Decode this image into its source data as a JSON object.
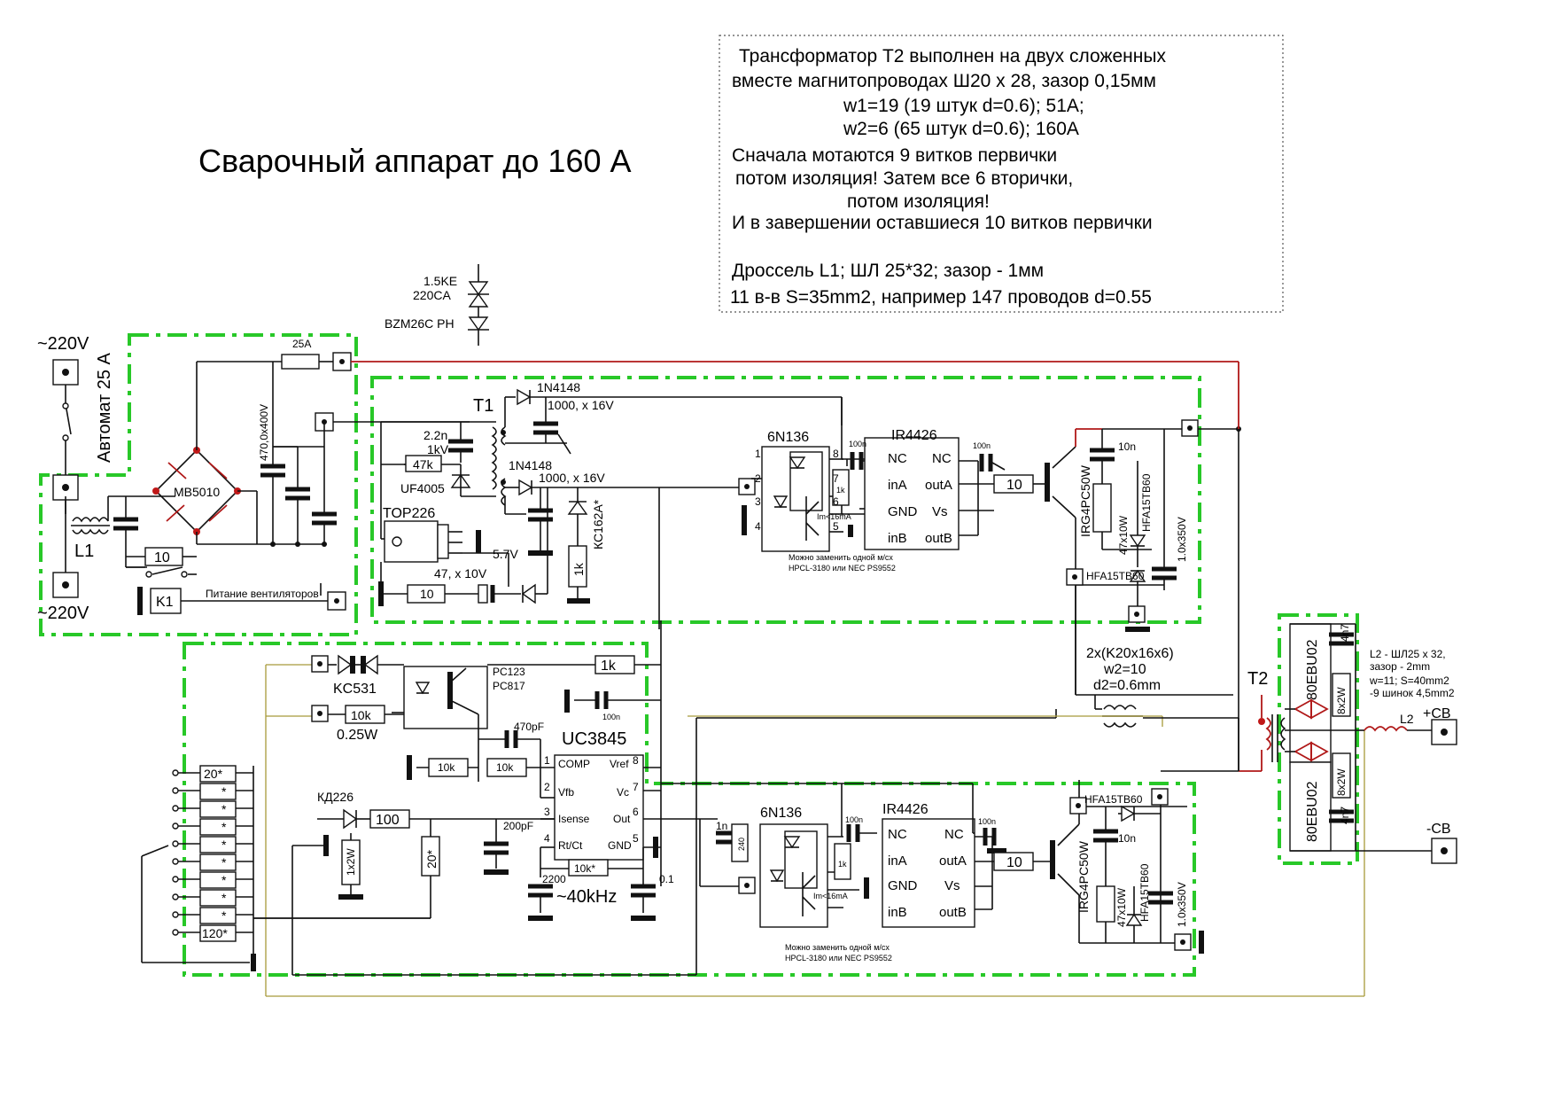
{
  "title": "Сварочный аппарат до 160 А",
  "notes": [
    "Трансформатор Т2 выполнен на двух сложенных",
    "вместе магнитопроводах Ш20 х 28, зазор 0,15мм",
    "w1=19 (19 штук d=0.6);  51А;",
    "w2=6 (65 штук d=0.6); 160А",
    "Сначала мотаются 9 витков первички",
    "потом изоляция!     Затем все 6 вторички,",
    "потом изоляция!",
    "И в завершении оставшиеся 10 витков первички",
    "Дроссель L1; ШЛ 25*32; зазор - 1мм",
    "11 в-в S=35mm2, например 147 проводов d=0.55"
  ],
  "legend_top": {
    "tvs1": "1.5KE",
    "tvs2": "220CA",
    "tvs3": "BZM26C PH"
  },
  "input": {
    "mains1": "~220V",
    "mains2": "~220V",
    "breaker": "Автомат 25 А",
    "choke": "L1",
    "bridge": "MB5010",
    "fuse": "25A",
    "cap_bulk": "470,0x400V",
    "r_inrush": "10",
    "relay": "K1",
    "fans": "Питание вентиляторов"
  },
  "flyback": {
    "t1": "T1",
    "d1": "1N4148",
    "c1": "1000, x 16V",
    "d2": "1N4148",
    "c2": "1000, x 16V",
    "c_snub": "2.2n",
    "c_snub_v": "1kV",
    "r_snub": "47k",
    "d_snub": "UF4005",
    "ic": "TOP226",
    "zener_v": "5.7V",
    "c3": "47, x 10V",
    "r1": "10",
    "zener2": "КС162А*",
    "r2": "1k"
  },
  "driver_top": {
    "opto": "6N136",
    "driver": "IR4426",
    "c100n_a": "100n",
    "c100n_b": "100n",
    "r1k": "1k",
    "im": "Im<16mA",
    "alt1": "Можно заменить одной м/сх",
    "alt2": "HPCL-3180 или NEC PS9552",
    "pin_nc": "NC",
    "pin_ina": "inA",
    "pin_gnd": "GND",
    "pin_inb": "inB",
    "pin_nc2": "NC",
    "pin_outa": "outA",
    "pin_vs": "Vs",
    "pin_outb": "outB",
    "r_gate": "10",
    "igbt": "IRG4PC50W",
    "c10n": "10n",
    "r_snub": "47x10W",
    "d_fast": "HFA15TB60",
    "d_fast2": "HFA15TB60",
    "c_snub": "1.0x350V"
  },
  "driver_bot": {
    "opto": "6N136",
    "driver": "IR4426",
    "c1n": "1n",
    "r240": "240",
    "c100n_a": "100n",
    "c100n_b": "100n",
    "r1k": "1k",
    "im": "Im<16mA",
    "alt1": "Можно заменить одной м/сх",
    "alt2": "HPCL-3180 или NEC PS9552",
    "pin_nc": "NC",
    "pin_ina": "inA",
    "pin_gnd": "GND",
    "pin_inb": "inB",
    "pin_nc2": "NC",
    "pin_outa": "outA",
    "pin_vs": "Vs",
    "pin_outb": "outB",
    "r_gate": "10",
    "igbt": "IRG4PC50W",
    "c10n": "10n",
    "r_snub": "47x10W",
    "d_fast": "HFA15TB60",
    "d_fast2": "HFA15TB60",
    "c_snub": "1.0x350V"
  },
  "control": {
    "zeners": "KC531",
    "pc": "PC123",
    "pc2": "PC817",
    "r1k": "1k",
    "r10k_a": "10k",
    "r10k_a_w": "0.25W",
    "c470": "470pF",
    "c100n": "100n",
    "ic": "UC3845",
    "r10k_b": "10k",
    "r10k_c": "10k",
    "pin_comp": "COMP",
    "pin_vfb": "Vfb",
    "pin_isense": "Isense",
    "pin_rtct": "Rt/Ct",
    "pin_vref": "Vref",
    "pin_vc": "Vc",
    "pin_out": "Out",
    "pin_gnd": "GND",
    "d_kd": "КД226",
    "r100": "100",
    "r1x2w": "1x2W",
    "r20": "20*",
    "c200p": "200pF",
    "r10k_star": "10k*",
    "c2200": "2200",
    "c01": "0.1",
    "freq": "~40kHz",
    "ladder": [
      "20*",
      "*",
      "*",
      "*",
      "*",
      "*",
      "*",
      "*",
      "*",
      "120*"
    ]
  },
  "output": {
    "ring": "2x(K20x16x6)",
    "ring_w": "w2=10",
    "ring_d": "d2=0.6mm",
    "t2": "T2",
    "rect1": "80EBU02",
    "rect2": "80EBU02",
    "r8x2w_a": "8x2W",
    "r8x2w_b": "8x2W",
    "c4n7_a": "4n7",
    "c4n7_b": "4n7",
    "l2": "L2",
    "l2_note": [
      "L2 - ШЛ25 х 32,",
      "зазор - 2mm",
      "w=11; S=40mm2",
      "-9 шинок 4,5mm2"
    ],
    "plus": "+СВ",
    "minus": "-СВ"
  },
  "pins": {
    "n1": "1",
    "n2": "2",
    "n3": "3",
    "n4": "4",
    "n5": "5",
    "n6": "6",
    "n7": "7",
    "n8": "8"
  }
}
